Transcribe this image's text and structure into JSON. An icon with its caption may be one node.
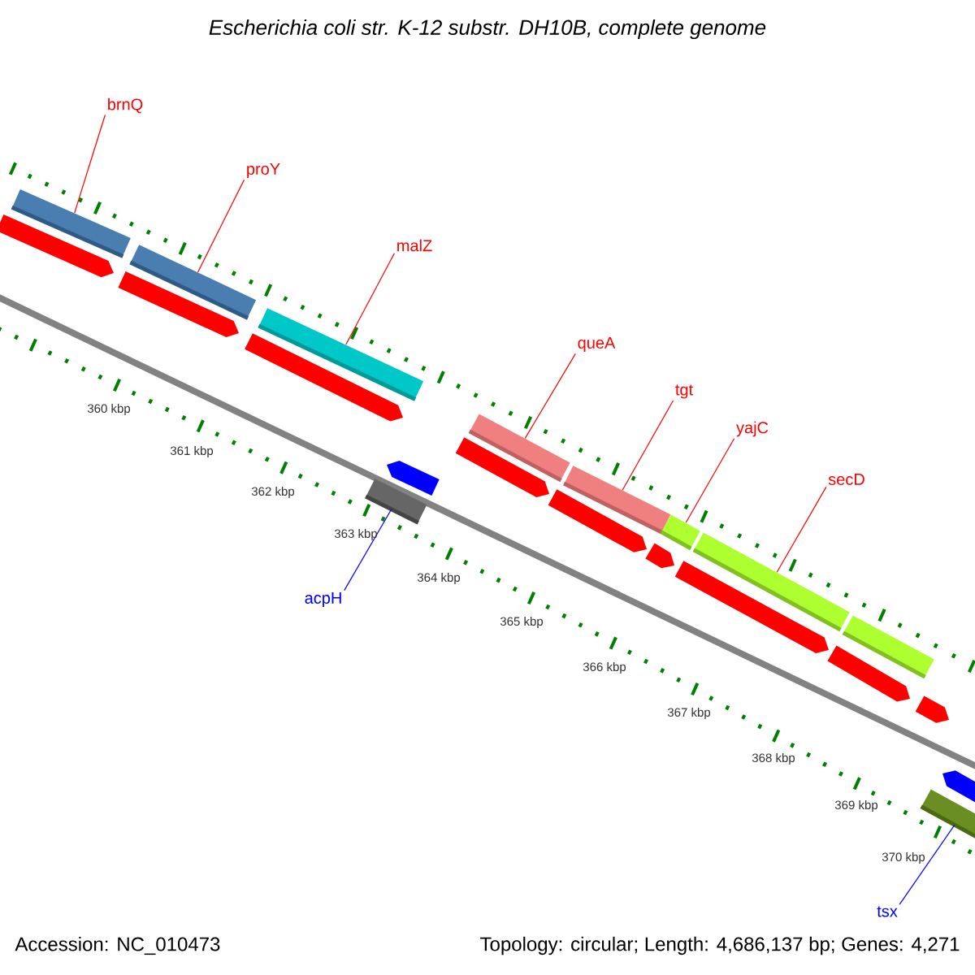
{
  "diagram": {
    "title": "Escherichia coli str. K-12 substr. DH10B, complete genome",
    "nodes": [
      {
        "text": [
          "brnQ"
        ]
      },
      {
        "text": [
          "proY"
        ]
      },
      {
        "text": [
          "malZ"
        ]
      },
      {
        "text": [
          "queA"
        ]
      },
      {
        "text": [
          "tgt"
        ]
      },
      {
        "text": [
          "yajC"
        ]
      },
      {
        "text": [
          "secD"
        ]
      },
      {
        "text": [
          "acpH"
        ]
      },
      {
        "text": [
          "tsx"
        ]
      },
      {
        "text": [],
        "shape": "bar"
      },
      {
        "text": [],
        "shape": "bar"
      },
      {
        "text": [],
        "shape": "bar"
      },
      {
        "text": [],
        "shape": "bar"
      },
      {
        "text": [],
        "shape": "bar"
      },
      {
        "text": [],
        "shape": "bar"
      },
      {
        "text": [],
        "shape": "bar"
      },
      {
        "text": [],
        "shape": "bar"
      },
      {
        "text": [],
        "shape": "bar"
      },
      {
        "text": [],
        "shape": "pentagon"
      },
      {
        "text": [],
        "shape": "pentagon"
      },
      {
        "text": [],
        "shape": "pentagon"
      },
      {
        "text": [],
        "shape": "pentagon"
      },
      {
        "text": [],
        "shape": "pentagon"
      },
      {
        "text": [],
        "shape": "pentagon"
      },
      {
        "text": [],
        "shape": "pentagon"
      },
      {
        "text": [],
        "shape": "pentagon"
      },
      {
        "text": [],
        "shape": "pentagon"
      },
      {
        "text": [],
        "shape": "bar"
      },
      {
        "text": [],
        "shape": "pentagon"
      },
      {
        "text": [],
        "shape": "pentagon"
      }
    ],
    "edges": [
      {
        "from": 0,
        "to": 9,
        "arrow": "none"
      },
      {
        "from": 1,
        "to": 10,
        "arrow": "none"
      },
      {
        "from": 2,
        "to": 11,
        "arrow": "none"
      },
      {
        "from": 3,
        "to": 12,
        "arrow": "none"
      },
      {
        "from": 4,
        "to": 13,
        "arrow": "none"
      },
      {
        "from": 5,
        "to": 14,
        "arrow": "none"
      },
      {
        "from": 6,
        "to": 15,
        "arrow": "none"
      },
      {
        "from": 7,
        "to": 16,
        "arrow": "none",
        "color": "#0000ff"
      },
      {
        "from": 8,
        "to": 17,
        "arrow": "none",
        "color": "#0000ff"
      }
    ],
    "labels": [
      "360 kbp",
      "361 kbp",
      "362 kbp",
      "363 kbp",
      "364 kbp",
      "365 kbp",
      "366 kbp",
      "367 kbp",
      "368 kbp",
      "369 kbp",
      "370 kbp",
      "Accession: NC_010473",
      "Topology: circular; Length: 4,686,137 bp; Genes: 4,271"
    ]
  }
}
